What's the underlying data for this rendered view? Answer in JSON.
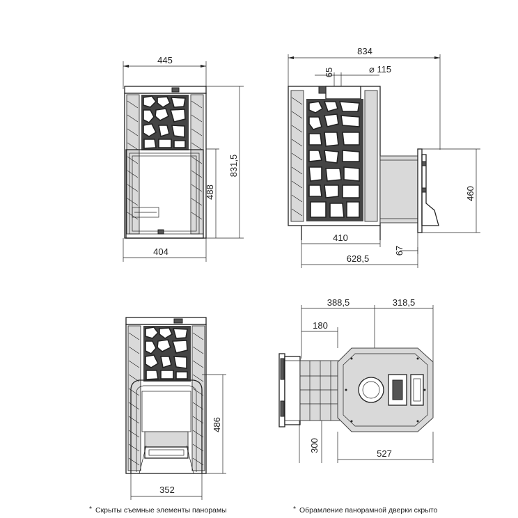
{
  "views": {
    "front_closed": {
      "dims": {
        "top_width": "445",
        "bottom_width": "404",
        "door_height": "488",
        "total_height": "831,5"
      }
    },
    "side": {
      "dims": {
        "total_length": "834",
        "chimney_offset": "65",
        "chimney_diameter": "⌀ 115",
        "tunnel_height": "460",
        "body_depth": "410",
        "overall_depth": "628,5",
        "tunnel_length": "67"
      }
    },
    "front_open": {
      "dims": {
        "door_height": "486",
        "bottom_width": "352"
      },
      "note": "Скрыты съемные элементы панорамы"
    },
    "top": {
      "dims": {
        "left_part": "388,5",
        "right_part": "318,5",
        "offset_180": "180",
        "offset_300": "300",
        "width_527": "527"
      },
      "note": "Обрамление панорамной дверки скрыто"
    }
  },
  "colors": {
    "line": "#222222",
    "panel_fill": "#d9d9d9",
    "stone_fill": "#ffffff"
  }
}
